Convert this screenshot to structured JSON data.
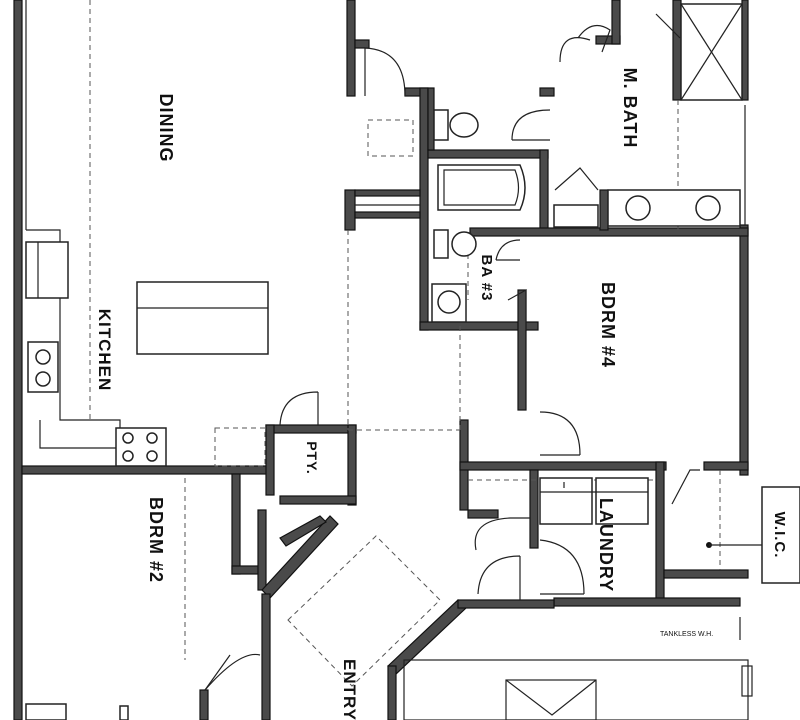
{
  "rooms": {
    "dining": "DINING",
    "kitchen": "KITCHEN",
    "master_bath": "M. BATH",
    "bath3": "BA #3",
    "bedroom4": "BDRM #4",
    "pantry": "PTY.",
    "bedroom2": "BDRM #2",
    "laundry": "LAUNDRY",
    "walk_in_closet": "W.I.C.",
    "entry": "ENTRY"
  },
  "equipment": {
    "water_heater": "TANKLESS W.H."
  }
}
